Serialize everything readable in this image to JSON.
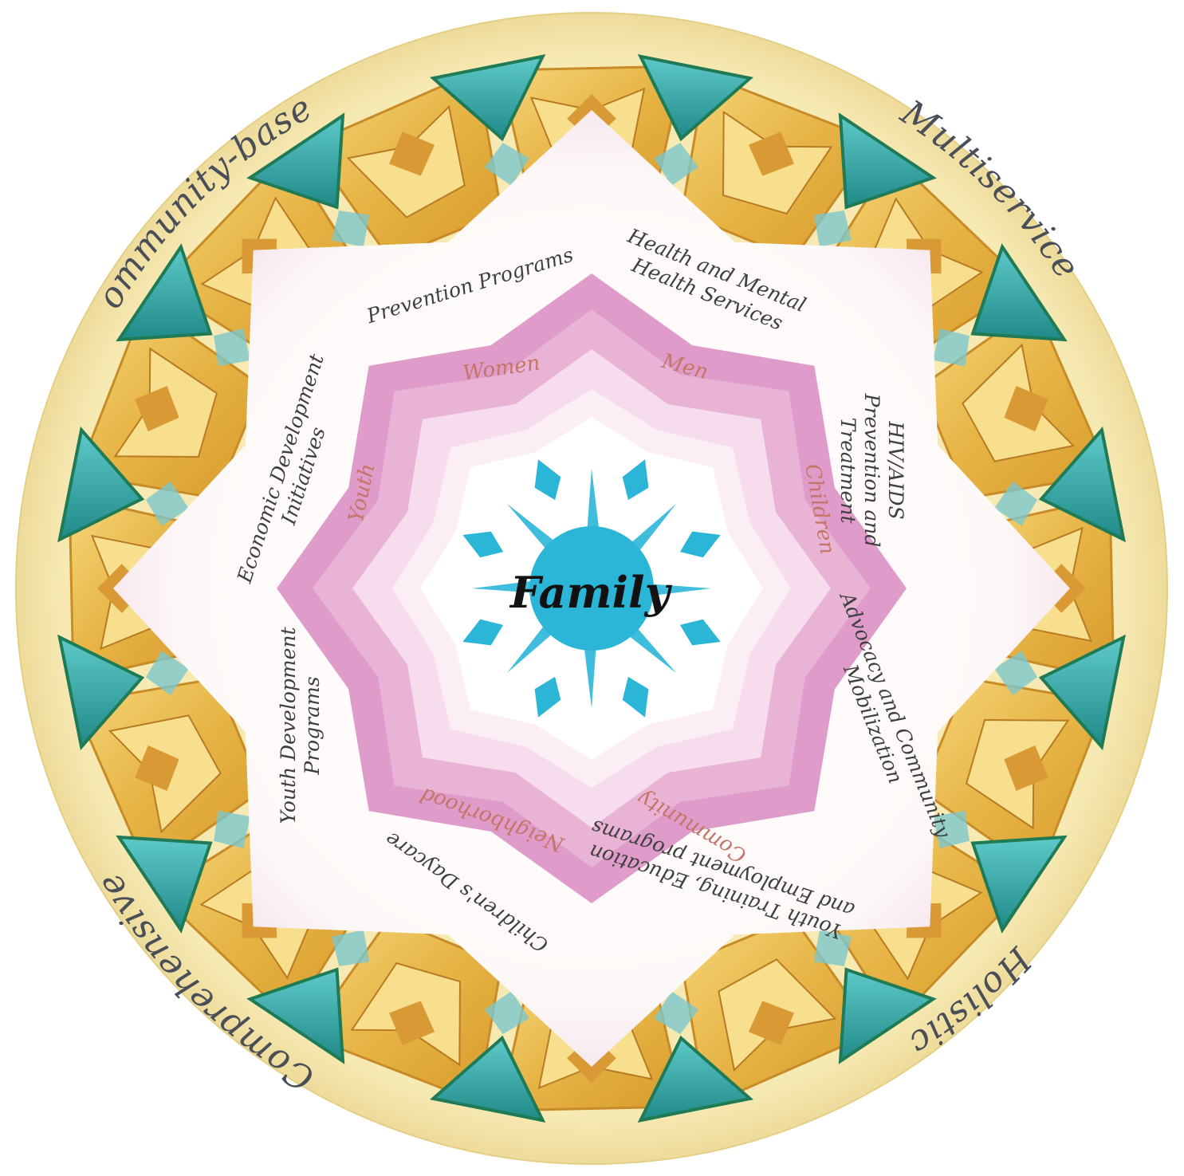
{
  "colors": {
    "rim": "#f6e9b2",
    "rim_edge": "#ecd992",
    "gold": "#e8b94a",
    "gold_light": "#f7df8e",
    "teal": "#2aa5b8",
    "green": "#1f7a55",
    "pink_outer": "#d27fb8",
    "pink_inner": "#efc5e1",
    "center_blue": "#2bb6d8",
    "service_text": "#3f3f3f",
    "group_text": "#c57567"
  },
  "center": {
    "label": "Family"
  },
  "rim_labels": {
    "top_left": "Community-based",
    "top_right": "Multiservice",
    "bottom_right": "Holistic",
    "bottom_left": "Comprehensive"
  },
  "groups": {
    "women": "Women",
    "men": "Men",
    "children": "Children",
    "community": "Community",
    "neighborhood": "Neighborhood",
    "youth": "Youth"
  },
  "services": {
    "prevention": {
      "line1": "Prevention Programs"
    },
    "health": {
      "line1": "Health and Mental",
      "line2": "Health Services"
    },
    "hiv": {
      "line1": "HIV/AIDS",
      "line2": "Prevention and",
      "line3": "Treatment"
    },
    "advocacy": {
      "line1": "Advocacy and Community",
      "line2": "Mobilization"
    },
    "youth_training": {
      "line1": "Youth Training, Education",
      "line2": "and Employment programs"
    },
    "daycare": {
      "line1": "Children's Daycare"
    },
    "youth_dev": {
      "line1": "Youth Development",
      "line2": "Programs"
    },
    "economic": {
      "line1": "Economic Development",
      "line2": "Initiatives"
    }
  }
}
